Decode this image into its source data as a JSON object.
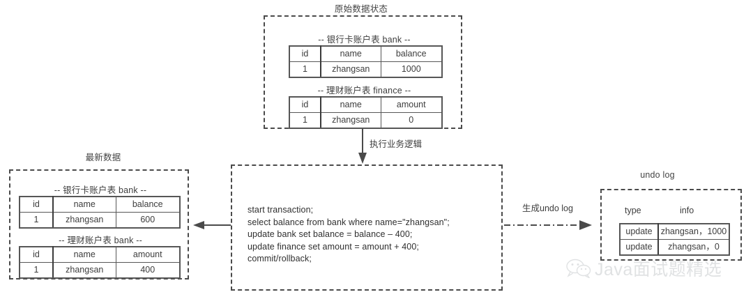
{
  "diagram": {
    "title_original_state": "原始数据状态",
    "title_latest_data": "最新数据",
    "title_undo_log": "undo log",
    "label_execute_business": "执行业务逻辑",
    "label_generate_undo_log": "生成undo log"
  },
  "original_state": {
    "bank_table": {
      "caption": "-- 银行卡账户表 bank --",
      "headers": [
        "id",
        "name",
        "balance"
      ],
      "rows": [
        [
          "1",
          "zhangsan",
          "1000"
        ]
      ]
    },
    "finance_table": {
      "caption": "-- 理财账户表 finance --",
      "headers": [
        "id",
        "name",
        "amount"
      ],
      "rows": [
        [
          "1",
          "zhangsan",
          "0"
        ]
      ]
    }
  },
  "latest_data": {
    "bank_table": {
      "caption": "-- 银行卡账户表 bank --",
      "headers": [
        "id",
        "name",
        "balance"
      ],
      "rows": [
        [
          "1",
          "zhangsan",
          "600"
        ]
      ]
    },
    "finance_table": {
      "caption": "-- 理财账户表 bank --",
      "headers": [
        "id",
        "name",
        "amount"
      ],
      "rows": [
        [
          "1",
          "zhangsan",
          "400"
        ]
      ]
    }
  },
  "transaction": {
    "sql": "start transaction;\nselect balance from bank where name=\"zhangsan\";\nupdate bank set balance = balance – 400;\nupdate finance set amount = amount + 400;\ncommit/rollback;"
  },
  "undo_log": {
    "headers": [
      "type",
      "info"
    ],
    "rows": [
      [
        "update",
        "zhangsan，1000"
      ],
      [
        "update",
        "zhangsan，0"
      ]
    ]
  },
  "watermark": {
    "text": "Java面试题精选",
    "icon": "wechat-icon"
  },
  "colors": {
    "stroke": "#4a4a4a",
    "text": "#3d3d3d",
    "table_border": "#565656",
    "background": "#ffffff"
  }
}
